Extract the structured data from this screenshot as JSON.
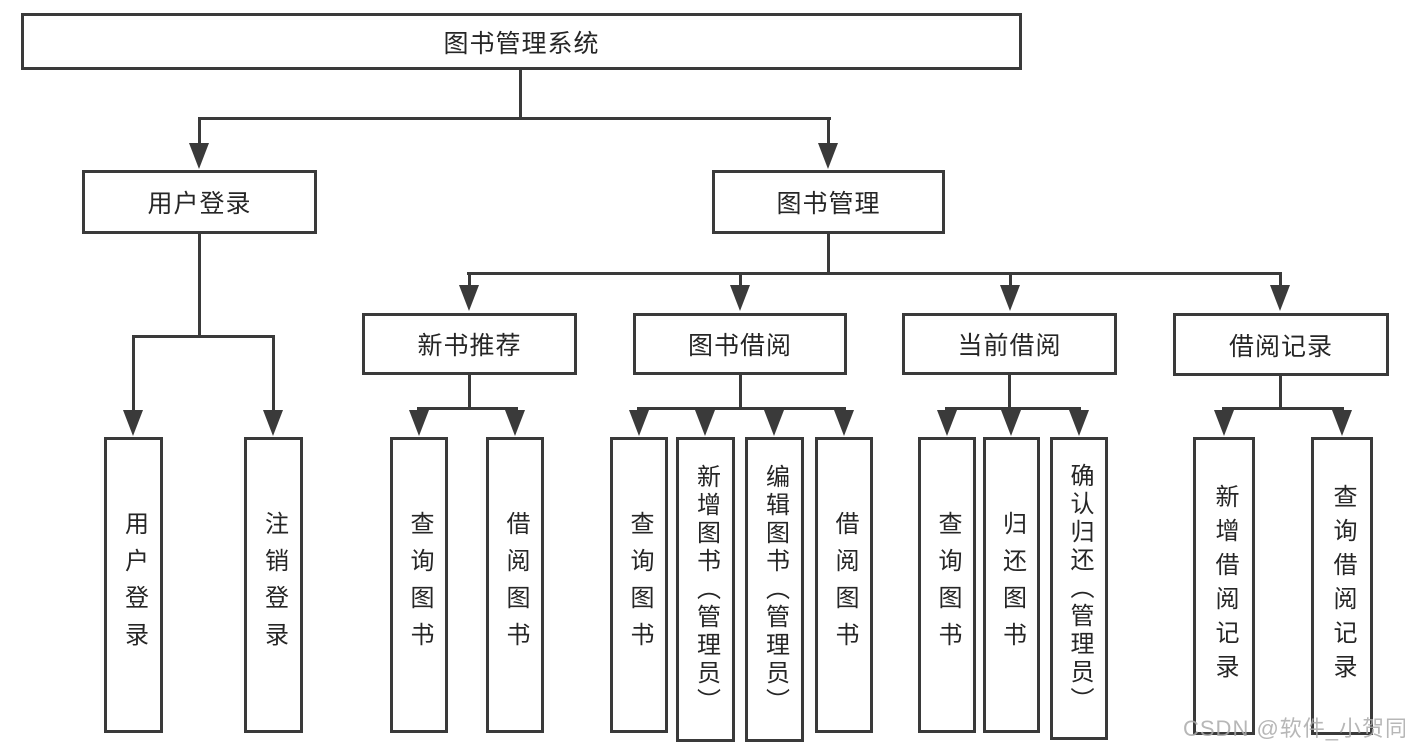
{
  "tree": {
    "root": {
      "label": "图书管理系统"
    },
    "branches": [
      {
        "label": "用户登录",
        "children": [
          {
            "label": "用户登录"
          },
          {
            "label": "注销登录"
          }
        ]
      },
      {
        "label": "图书管理",
        "sections": [
          {
            "label": "新书推荐",
            "children": [
              {
                "label": "查询图书"
              },
              {
                "label": "借阅图书"
              }
            ]
          },
          {
            "label": "图书借阅",
            "children": [
              {
                "label": "查询图书"
              },
              {
                "label": "新增图书（管理员）"
              },
              {
                "label": "编辑图书（管理员）"
              },
              {
                "label": "借阅图书"
              }
            ]
          },
          {
            "label": "当前借阅",
            "children": [
              {
                "label": "查询图书"
              },
              {
                "label": "归还图书"
              },
              {
                "label": "确认归还（管理员）"
              }
            ]
          },
          {
            "label": "借阅记录",
            "children": [
              {
                "label": "新增借阅记录"
              },
              {
                "label": "查询借阅记录"
              }
            ]
          }
        ]
      }
    ]
  },
  "watermark": {
    "text": "CSDN @软件_小贺同学"
  },
  "colors": {
    "line": "#3a3a3a",
    "text": "#262626",
    "watermark": "#ababab",
    "background": "#ffffff"
  }
}
